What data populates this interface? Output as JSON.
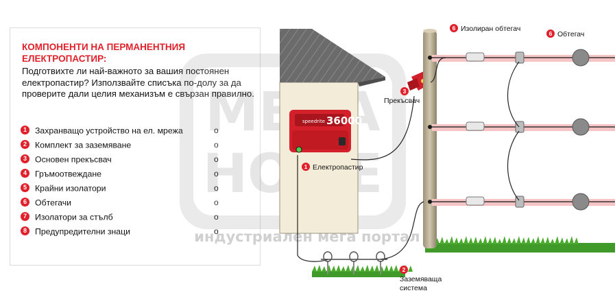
{
  "heading": "КОМПОНЕНТИ НА ПЕРМАНЕНТНИЯ ЕЛЕКТРОПАСТИР:",
  "intro": "Подготвихте ли най-важното за вашия постоянен електропастир? Използвайте списъка по-долу за да проверите дали целия механизъм е свързан правилно.",
  "components": [
    {
      "num": "1",
      "label": "Захранващо устройство на ел. мрежа",
      "check": "o"
    },
    {
      "num": "2",
      "label": "Комплект за заземяване",
      "check": "o"
    },
    {
      "num": "3",
      "label": "Основен прекъсвач",
      "check": "o"
    },
    {
      "num": "4",
      "label": "Гръмоотвеждане",
      "check": "o"
    },
    {
      "num": "5",
      "label": "Крайни изолатори",
      "check": "o"
    },
    {
      "num": "6",
      "label": "Обтегачи",
      "check": "o"
    },
    {
      "num": "7",
      "label": "Изолатори за стълб",
      "check": "o"
    },
    {
      "num": "8",
      "label": "Предупредителни знаци",
      "check": "o"
    }
  ],
  "callouts": {
    "energizer": {
      "num": "1",
      "label": "Електропастир"
    },
    "ground": {
      "num": "2",
      "label": "Заземяваща система"
    },
    "switch": {
      "num": "3",
      "label": "Прекъсвач"
    },
    "insulated_tensioner": {
      "num": "6",
      "label": "Изолиран обтегач"
    },
    "tensioner": {
      "num": "6",
      "label": "Обтегач"
    }
  },
  "device_display": "36000",
  "watermark": {
    "logo_text": "MEGA HOME",
    "tagline": "индустриален мега портал"
  },
  "colors": {
    "accent": "#e0202a",
    "device_red": "#d3202a",
    "wall": "#f3ecd9",
    "roof": "#6e6e6e",
    "grass": "#3f9a2a",
    "wire_glow": "#f6c4c4"
  }
}
